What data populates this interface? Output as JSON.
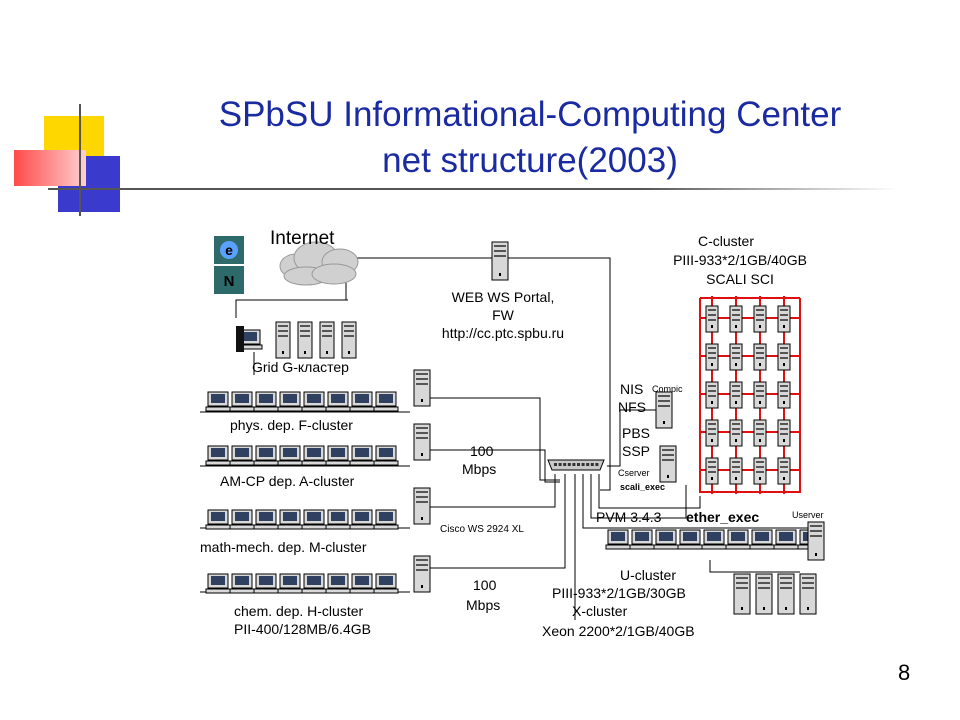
{
  "slide": {
    "title_line1": "SPbSU Informational-Computing Center",
    "title_line2": "net structure(2003)",
    "page_number": "8"
  },
  "colors": {
    "title": "#1a2aa0",
    "accent_yellow": "#ffd700",
    "accent_blue": "#3a3acc",
    "accent_red": "#ff5050",
    "cluster_frame": "#e01010"
  },
  "labels": {
    "internet": "Internet",
    "web_portal_1": "WEB WS Portal,",
    "web_portal_2": "FW",
    "web_portal_3": "http://cc.ptc.spbu.ru",
    "grid_g": "Grid  G-кластер",
    "phys": "phys. dep. F-cluster",
    "amcp": "AM-CP dep. A-cluster",
    "math": "math-mech. dep.  M-cluster",
    "chem": "chem. dep.  H-cluster",
    "chem_spec": "PII-400/128MB/6.4GB",
    "speed1_a": "100",
    "speed1_b": "Mbps",
    "speed2_a": "100",
    "speed2_b": "Mbps",
    "cisco": "Cisco  WS 2924 XL",
    "c_cluster_1": "C-cluster",
    "c_cluster_2": "PIII-933*2/1GB/40GB",
    "c_cluster_3": "SCALI SCI",
    "nis": "NIS",
    "nfs": "NFS",
    "compic": "Compic",
    "pbs": "PBS",
    "ssp": "SSP",
    "cserver": "Cserver",
    "scali_exec": "scali_exec",
    "pvm": "PVM 3.4.3",
    "ether_exec": "ether_exec",
    "userver": "Userver",
    "u_cluster_1": "U-cluster",
    "u_cluster_2": "PIII-933*2/1GB/30GB",
    "x_cluster_1": "X-cluster",
    "x_cluster_2": "Xeon 2200*2/1GB/40GB"
  },
  "icons": [
    "ie-icon",
    "netscape-icon",
    "cloud-icon",
    "server-icon",
    "workstation-icon",
    "switch-icon"
  ]
}
